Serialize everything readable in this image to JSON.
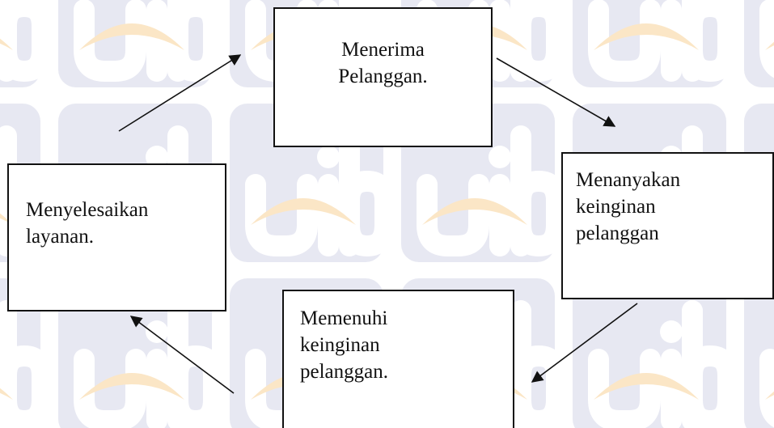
{
  "diagram": {
    "steps": [
      {
        "id": "top",
        "lines": [
          "Menerima",
          "Pelanggan."
        ]
      },
      {
        "id": "right",
        "lines": [
          "Menanyakan",
          "keinginan",
          "pelanggan"
        ]
      },
      {
        "id": "bottom",
        "lines": [
          "Memenuhi",
          "keinginan",
          "pelanggan."
        ]
      },
      {
        "id": "left",
        "lines": [
          "Menyelesaikan",
          "layanan."
        ]
      }
    ],
    "flow": [
      "top",
      "right",
      "bottom",
      "left",
      "top"
    ]
  },
  "watermark": {
    "text": "uib",
    "tile_color": "#e7e8f2",
    "arc_color": "#fbe6c6"
  },
  "colors": {
    "line": "#111111",
    "text": "#111111",
    "background": "#ffffff"
  }
}
